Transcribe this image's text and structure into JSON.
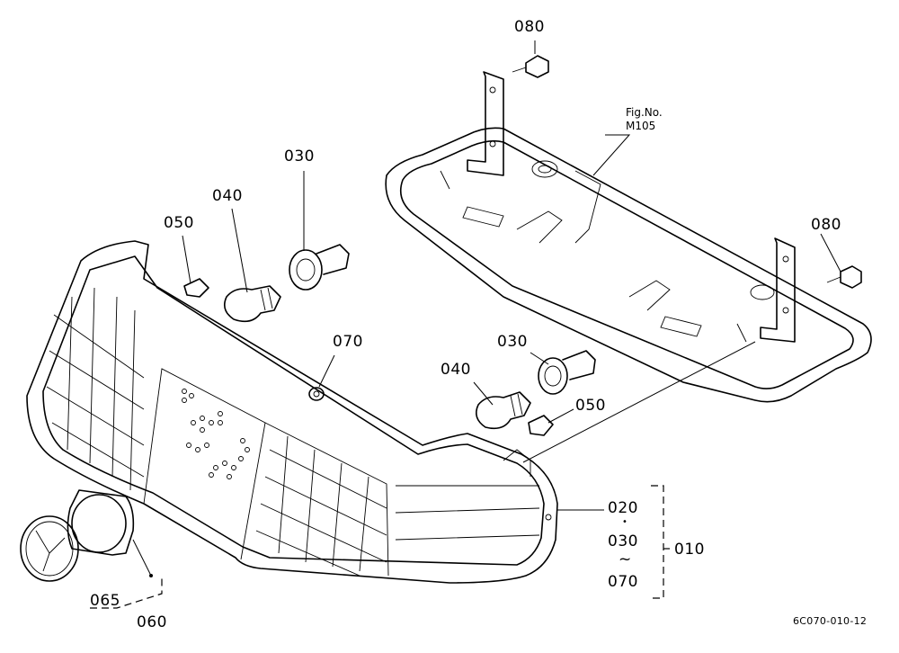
{
  "figure": {
    "ref_label_line1": "Fig.No.",
    "ref_label_line2": "M105",
    "drawing_code": "6C070-010-12"
  },
  "callouts": {
    "p080_top": "080",
    "p080_right": "080",
    "p030_left": "030",
    "p040_left": "040",
    "p050_left": "050",
    "p070": "070",
    "p030_right": "030",
    "p040_right": "040",
    "p050_right": "050",
    "p065": "065",
    "p060": "060"
  },
  "assembly_group": {
    "line1": "020",
    "dot": "•",
    "line2": "030",
    "tilde": "~",
    "line3": "070",
    "group_label": "010"
  }
}
